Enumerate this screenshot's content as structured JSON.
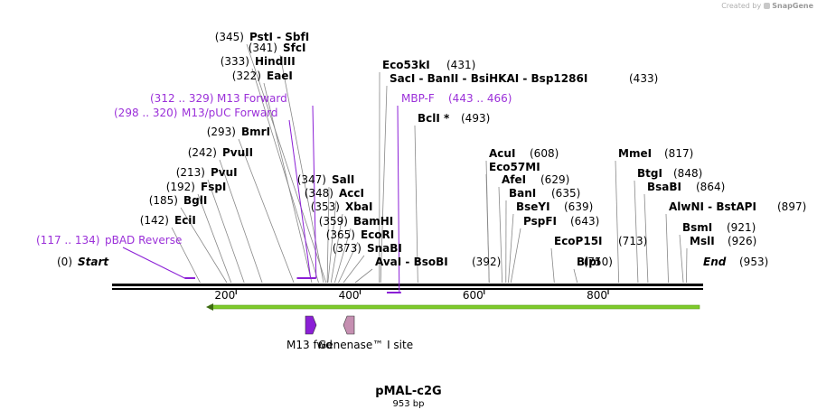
{
  "credit": {
    "prefix": "Created by",
    "brand": "SnapGene"
  },
  "map": {
    "name": "pMAL-c2G",
    "length_label": "953 bp",
    "length": 953
  },
  "sites": [
    {
      "name": "Start",
      "pos": 0,
      "pos_label": "(0)",
      "kind": "endpoint"
    },
    {
      "name": "EciI",
      "pos": 142,
      "pos_label": "(142)"
    },
    {
      "name": "BglI",
      "pos": 185,
      "pos_label": "(185)"
    },
    {
      "name": "FspI",
      "pos": 192,
      "pos_label": "(192)"
    },
    {
      "name": "PvuI",
      "pos": 213,
      "pos_label": "(213)"
    },
    {
      "name": "PvuII",
      "pos": 242,
      "pos_label": "(242)"
    },
    {
      "name": "BmrI",
      "pos": 293,
      "pos_label": "(293)"
    },
    {
      "name": "EaeI",
      "pos": 322,
      "pos_label": "(322)"
    },
    {
      "name": "HindIII",
      "pos": 333,
      "pos_label": "(333)"
    },
    {
      "name": "SfcI",
      "pos": 341,
      "pos_label": "(341)"
    },
    {
      "name": "PstI  -  SbfI",
      "pos": 345,
      "pos_label": "(345)"
    },
    {
      "name": "SalI",
      "pos": 347,
      "pos_label": "(347)"
    },
    {
      "name": "AccI",
      "pos": 348,
      "pos_label": "(348)"
    },
    {
      "name": "XbaI",
      "pos": 353,
      "pos_label": "(353)"
    },
    {
      "name": "BamHI",
      "pos": 359,
      "pos_label": "(359)"
    },
    {
      "name": "EcoRI",
      "pos": 365,
      "pos_label": "(365)"
    },
    {
      "name": "SnaBI",
      "pos": 373,
      "pos_label": "(373)"
    },
    {
      "name": "AvaI  -  BsoBI",
      "pos": 392,
      "pos_label": "(392)"
    },
    {
      "name": "Eco53kI",
      "pos": 431,
      "pos_label": "(431)"
    },
    {
      "name": "SacI  -  BanII  -  BsiHKAI  -  Bsp1286I",
      "pos": 433,
      "pos_label": "(433)"
    },
    {
      "name": "BclI *",
      "pos": 493,
      "pos_label": "(493)"
    },
    {
      "name": "AcuI",
      "pos": 608,
      "pos_label": "(608)"
    },
    {
      "name": "Eco57MI",
      "pos": 608,
      "pos_label": ""
    },
    {
      "name": "AfeI",
      "pos": 629,
      "pos_label": "(629)"
    },
    {
      "name": "BanI",
      "pos": 635,
      "pos_label": "(635)"
    },
    {
      "name": "BseYI",
      "pos": 639,
      "pos_label": "(639)"
    },
    {
      "name": "PspFI",
      "pos": 643,
      "pos_label": "(643)"
    },
    {
      "name": "EcoP15I",
      "pos": 713,
      "pos_label": "(713)"
    },
    {
      "name": "BlpI",
      "pos": 750,
      "pos_label": "(750)"
    },
    {
      "name": "MmeI",
      "pos": 817,
      "pos_label": "(817)"
    },
    {
      "name": "BtgI",
      "pos": 848,
      "pos_label": "(848)"
    },
    {
      "name": "BsaBI",
      "pos": 864,
      "pos_label": "(864)"
    },
    {
      "name": "AlwNI  -  BstAPI",
      "pos": 897,
      "pos_label": "(897)"
    },
    {
      "name": "BsmI",
      "pos": 921,
      "pos_label": "(921)"
    },
    {
      "name": "MslI",
      "pos": 926,
      "pos_label": "(926)"
    },
    {
      "name": "End",
      "pos": 953,
      "pos_label": "(953)",
      "kind": "endpoint"
    }
  ],
  "primers": [
    {
      "name": "pBAD Reverse",
      "range_label": "(117 .. 134)",
      "start": 117,
      "end": 134
    },
    {
      "name": "M13/pUC Forward",
      "range_label": "(298 .. 320)",
      "start": 298,
      "end": 320
    },
    {
      "name": "M13 Forward",
      "range_label": "(312 .. 329)",
      "start": 312,
      "end": 329
    },
    {
      "name": "MBP-F",
      "range_label": "(443 .. 466)",
      "start": 443,
      "end": 466
    }
  ],
  "ticks": [
    {
      "value": 200,
      "label": "200"
    },
    {
      "value": 400,
      "label": "400"
    },
    {
      "value": 600,
      "label": "600"
    },
    {
      "value": 800,
      "label": "800"
    }
  ],
  "features": [
    {
      "name": "M13 fwd",
      "label": "M13 fwd",
      "pos": 342,
      "color": "#8b1fd6",
      "direction": "forward"
    },
    {
      "name": "Genenase I site",
      "label": "Genenase™ I site",
      "pos": 377,
      "color": "#c58fb1",
      "direction": "reverse"
    }
  ],
  "orf": {
    "color": "#7ecb2a",
    "direction": "reverse",
    "start": 0,
    "end": 953
  }
}
